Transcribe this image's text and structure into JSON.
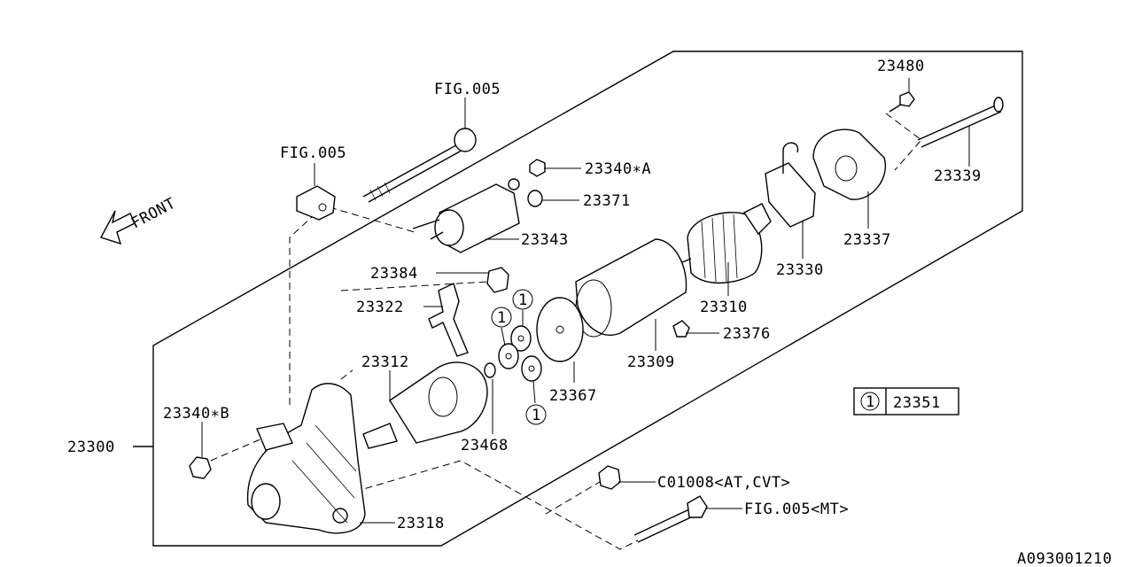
{
  "diagram_id": "A093001210",
  "front_label": "FRONT",
  "callouts": {
    "p23480": "23480",
    "fig005_top": "FIG.005",
    "fig005_left": "FIG.005",
    "p23340a": "23340∗A",
    "p23371": "23371",
    "p23343": "23343",
    "p23339": "23339",
    "p23337": "23337",
    "p23330": "23330",
    "p23384": "23384",
    "p23322": "23322",
    "p23310": "23310",
    "p23376": "23376",
    "p23312": "23312",
    "p23309": "23309",
    "p23367": "23367",
    "p23340b": "23340∗B",
    "p23300": "23300",
    "p23468": "23468",
    "p23318": "23318",
    "c01008": "C01008<AT,CVT>",
    "fig005_mt": "FIG.005<MT>"
  },
  "legend": {
    "marker": "1",
    "part": "23351"
  },
  "markers": [
    "1",
    "1",
    "1"
  ]
}
